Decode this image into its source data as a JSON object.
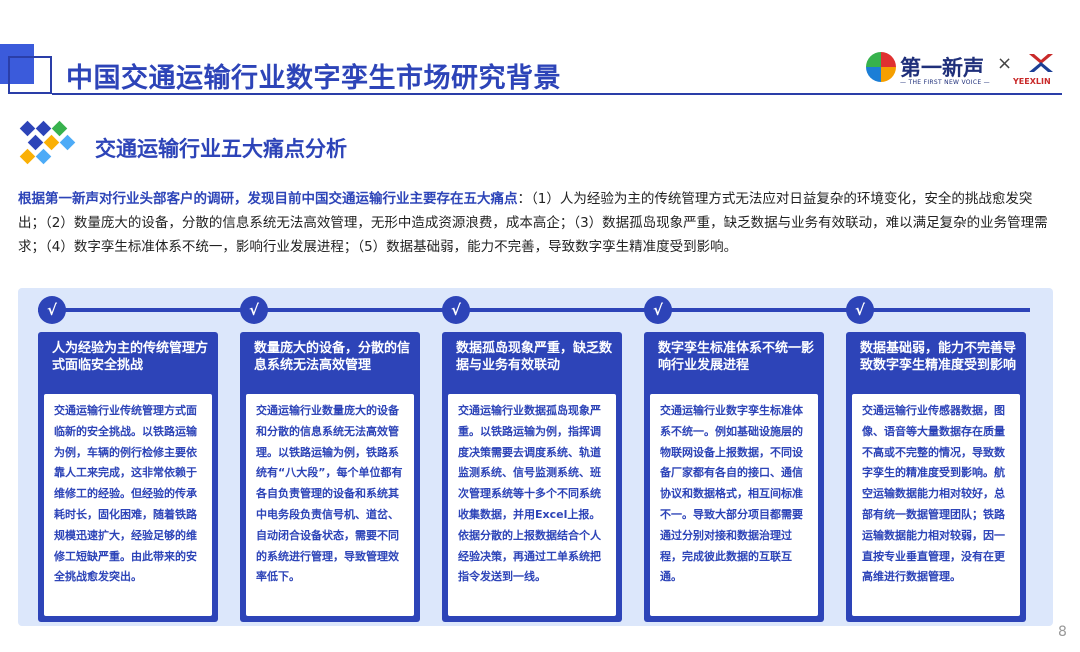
{
  "header": {
    "title": "中国交通运输行业数字孪生市场研究背景"
  },
  "logo": {
    "name": "第一新声",
    "subtitle": "— THE FIRST NEW VOICE —",
    "separator": "×",
    "partner": "YEEXLIN"
  },
  "section": {
    "title": "交通运输行业五大痛点分析"
  },
  "intro": {
    "lead": "根据第一新声对行业头部客户的调研，发现目前中国交通运输行业主要存在五大痛点",
    "body": "：（1）人为经验为主的传统管理方式无法应对日益复杂的环境变化，安全的挑战愈发突出；（2）数量庞大的设备，分散的信息系统无法高效管理，无形中造成资源浪费，成本高企；（3）数据孤岛现象严重，缺乏数据与业务有效联动，难以满足复杂的业务管理需求；（4）数字孪生标准体系不统一，影响行业发展进程；（5）数据基础弱，能力不完善，导致数字孪生精准度受到影响。"
  },
  "cards": [
    {
      "check": "√",
      "title": "人为经验为主的传统管理方式面临安全挑战",
      "body": "交通运输行业传统管理方式面临新的安全挑战。以铁路运输为例，车辆的例行检修主要依靠人工来完成，这非常依赖于维修工的经验。但经验的传承耗时长，固化困难，随着铁路规模迅速扩大，经验足够的维修工短缺严重。由此带来的安全挑战愈发突出。"
    },
    {
      "check": "√",
      "title": "数量庞大的设备，分散的信息系统无法高效管理",
      "body": "交通运输行业数量庞大的设备和分散的信息系统无法高效管理。以铁路运输为例，铁路系统有“八大段”，每个单位都有各自负责管理的设备和系统其中电务段负责信号机、道岔、自动闭合设备状态，需要不同的系统进行管理，导致管理效率低下。"
    },
    {
      "check": "√",
      "title": "数据孤岛现象严重，缺乏数据与业务有效联动",
      "body": "交通运输行业数据孤岛现象严重。以铁路运输为例，指挥调度决策需要去调度系统、轨道监测系统、信号监测系统、班次管理系统等十多个不同系统收集数据，并用Excel上报。依据分散的上报数据结合个人经验决策，再通过工单系统把指令发送到一线。"
    },
    {
      "check": "√",
      "title": "数字孪生标准体系不统一影响行业发展进程",
      "body": "交通运输行业数字孪生标准体系不统一。例如基础设施层的物联网设备上报数据，不同设备厂家都有各自的接口、通信协议和数据格式，相互间标准不一。导致大部分项目都需要通过分别对接和数据治理过程，完成彼此数据的互联互通。"
    },
    {
      "check": "√",
      "title": "数据基础弱，能力不完善导致数字孪生精准度受到影响",
      "body": "交通运输行业传感器数据，图像、语音等大量数据存在质量不高或不完整的情况，导致数字孪生的精准度受到影响。航空运输数据能力相对较好，总部有统一数据管理团队；铁路运输数据能力相对较弱，因一直按专业垂直管理，没有在更高维进行数据管理。"
    }
  ],
  "page_number": "8"
}
